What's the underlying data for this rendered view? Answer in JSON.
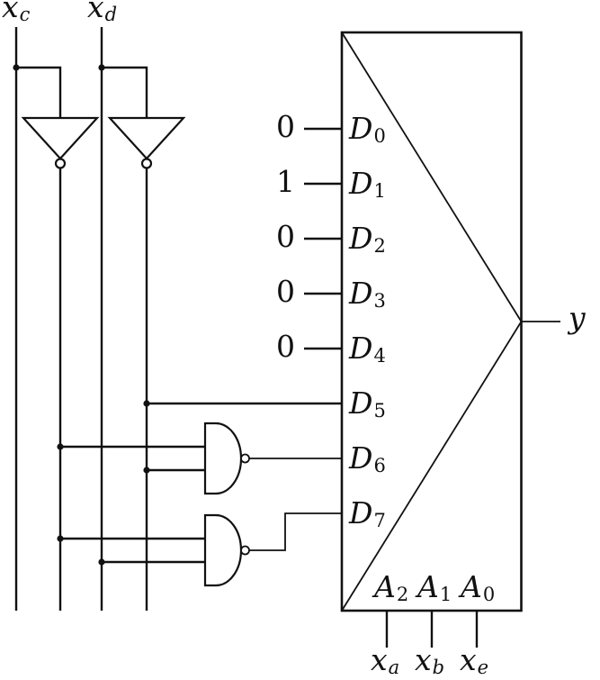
{
  "colors": {
    "ink": "#111111",
    "paper": "#ffffff"
  },
  "top_inputs": {
    "xc": {
      "base": "x",
      "sub": "c"
    },
    "xd": {
      "base": "x",
      "sub": "d"
    }
  },
  "constants": [
    "0",
    "1",
    "0",
    "0",
    "0"
  ],
  "mux": {
    "data_ports": [
      {
        "base": "D",
        "sub": "0"
      },
      {
        "base": "D",
        "sub": "1"
      },
      {
        "base": "D",
        "sub": "2"
      },
      {
        "base": "D",
        "sub": "3"
      },
      {
        "base": "D",
        "sub": "4"
      },
      {
        "base": "D",
        "sub": "5"
      },
      {
        "base": "D",
        "sub": "6"
      },
      {
        "base": "D",
        "sub": "7"
      }
    ],
    "select_ports": [
      {
        "base": "A",
        "sub": "2"
      },
      {
        "base": "A",
        "sub": "1"
      },
      {
        "base": "A",
        "sub": "0"
      }
    ],
    "output_label": "y"
  },
  "select_signals": [
    {
      "base": "x",
      "sub": "a"
    },
    {
      "base": "x",
      "sub": "b"
    },
    {
      "base": "x",
      "sub": "e"
    }
  ]
}
